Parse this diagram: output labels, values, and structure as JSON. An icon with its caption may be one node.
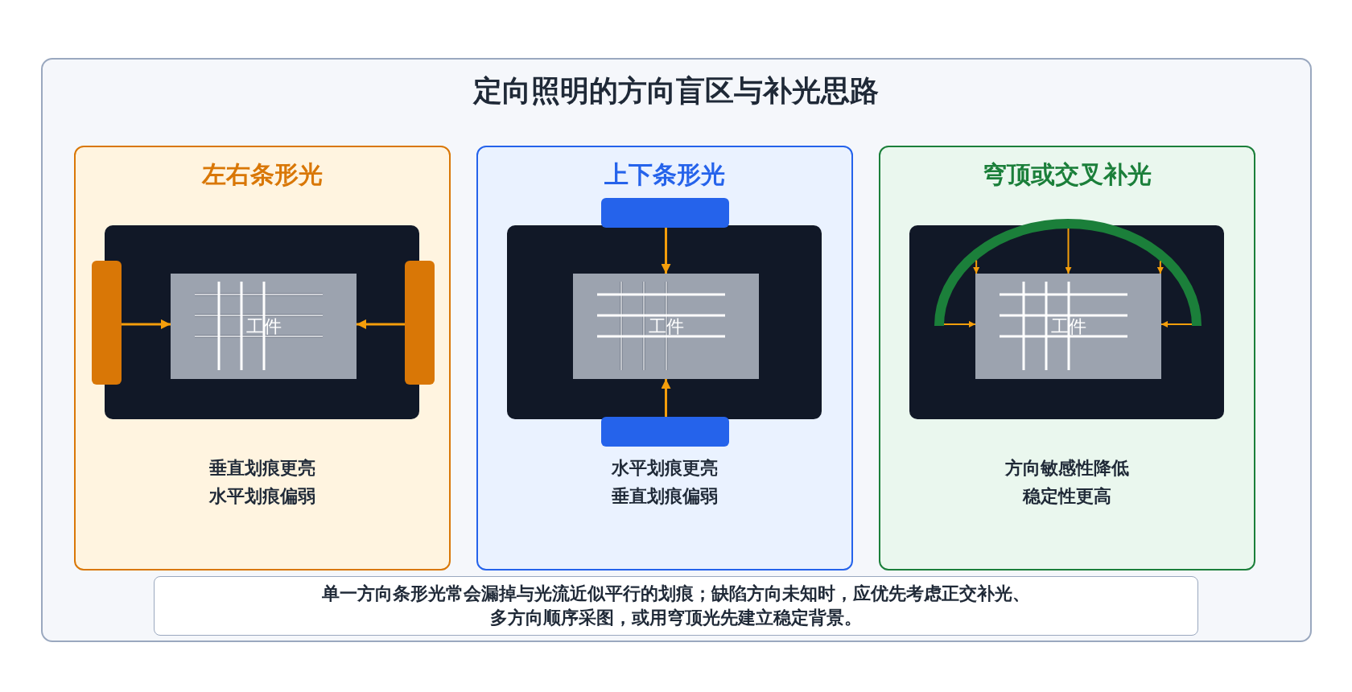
{
  "diagram": {
    "title": "定向照明的方向盲区与补光思路",
    "nodes": [
      {
        "text": [
          "左右条形光",
          "垂直划痕更亮",
          "水平划痕偏弱"
        ]
      },
      {
        "text": [],
        "shape": "bar",
        "in": 0
      },
      {
        "text": [
          "工件"
        ],
        "in": 0
      },
      {
        "text": [],
        "shape": "bar",
        "in": 0
      },
      {
        "text": [
          "上下条形光",
          "水平划痕更亮",
          "垂直划痕偏弱"
        ]
      },
      {
        "text": [],
        "shape": "bar",
        "in": 4
      },
      {
        "text": [
          "工件"
        ],
        "in": 4
      },
      {
        "text": [],
        "shape": "bar",
        "in": 4
      },
      {
        "text": [
          "穹顶或交叉补光",
          "方向敏感性降低",
          "稳定性更高"
        ]
      },
      {
        "text": [],
        "shape": "arc",
        "in": 8
      },
      {
        "text": [
          "工件"
        ],
        "in": 8
      },
      {
        "text": [
          "单一方向条形光常会漏掉与光流近似平行的划痕；缺陷方向未知时，应优先考虑正交补光、多方向顺序采图，或用穹顶光先建立稳定背景。"
        ]
      }
    ],
    "edges": [
      {
        "from": 1,
        "to": 2,
        "arrow": "to"
      },
      {
        "from": 3,
        "to": 2,
        "arrow": "to"
      },
      {
        "from": 5,
        "to": 6,
        "arrow": "to"
      },
      {
        "from": 7,
        "to": 6,
        "arrow": "to"
      },
      {
        "from": 9,
        "to": 10,
        "arrow": "to"
      },
      {
        "from": 9,
        "to": 10,
        "arrow": "to"
      },
      {
        "from": 9,
        "to": 10,
        "arrow": "to"
      },
      {
        "from": 9,
        "to": 10,
        "arrow": "to"
      },
      {
        "from": 9,
        "to": 10,
        "arrow": "to"
      }
    ]
  }
}
